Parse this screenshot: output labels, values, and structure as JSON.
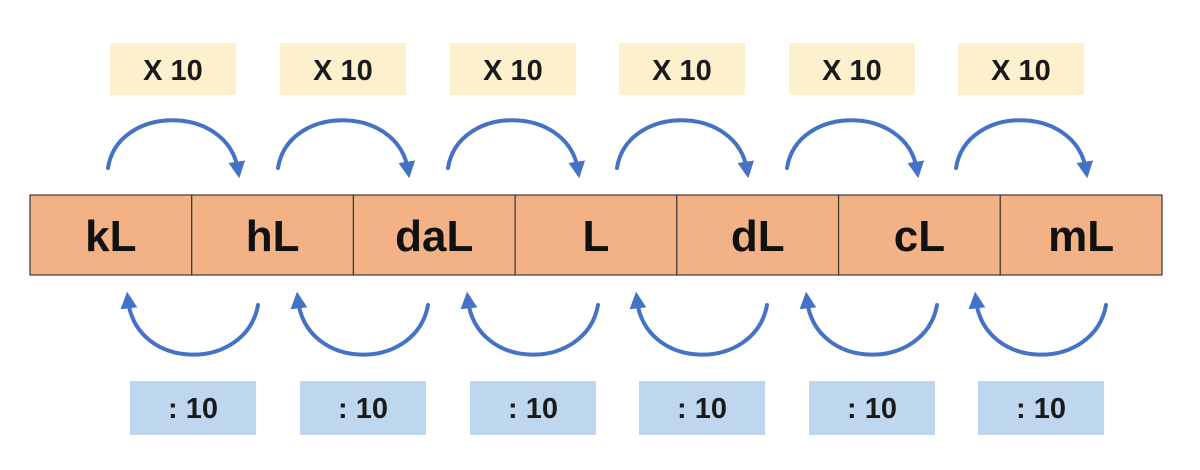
{
  "units": [
    "kL",
    "hL",
    "daL",
    "L",
    "dL",
    "cL",
    "mL"
  ],
  "multiply_labels": [
    "X 10",
    "X 10",
    "X 10",
    "X 10",
    "X 10",
    "X 10"
  ],
  "divide_labels": [
    ": 10",
    ": 10",
    ": 10",
    ": 10",
    ": 10",
    ": 10"
  ],
  "colors": {
    "cell_fill": "#f2b285",
    "arrow": "#4472c4",
    "multiply_box": "#fdf0cc",
    "divide_box": "#bfd7ee"
  }
}
